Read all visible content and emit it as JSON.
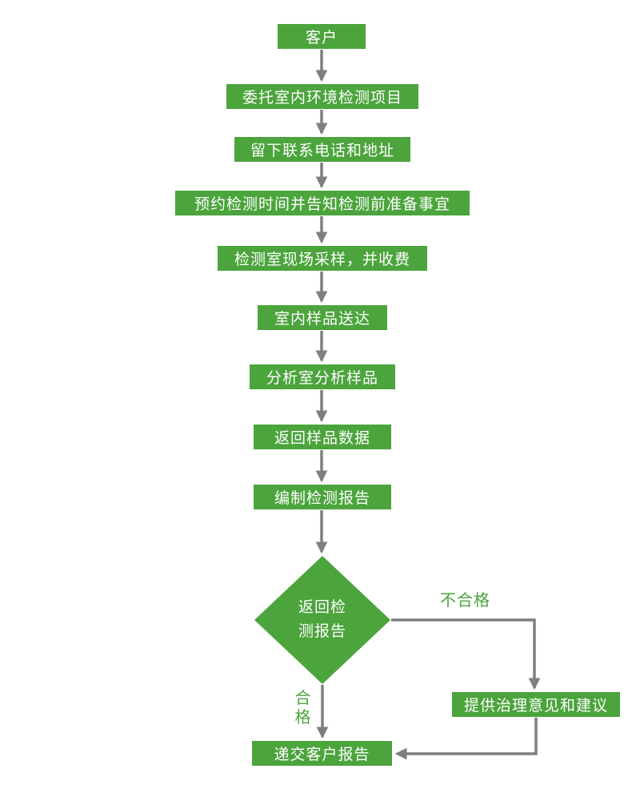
{
  "diagram": {
    "type": "flowchart",
    "colors": {
      "node_fill": "#4BA43C",
      "node_text": "#FFFFFF",
      "arrow": "#7F7F7F",
      "edge_label_text": "#4BA43C",
      "background": "#FFFFFF"
    },
    "nodes": [
      {
        "id": "customer",
        "label": "客户"
      },
      {
        "id": "entrust-project",
        "label": "委托室内环境检测项目"
      },
      {
        "id": "leave-contact",
        "label": "留下联系电话和地址"
      },
      {
        "id": "appointment",
        "label": "预约检测时间并告知检测前准备事宜"
      },
      {
        "id": "onsite-sampling",
        "label": "检测室现场采样，并收费"
      },
      {
        "id": "sample-delivery",
        "label": "室内样品送达"
      },
      {
        "id": "analyze-sample",
        "label": "分析室分析样品"
      },
      {
        "id": "return-data",
        "label": "返回样品数据"
      },
      {
        "id": "compile-report",
        "label": "编制检测报告"
      },
      {
        "id": "return-report-decision",
        "label_line1": "返回检",
        "label_line2": "测报告"
      },
      {
        "id": "treatment-advice",
        "label": "提供治理意见和建议"
      },
      {
        "id": "submit-report",
        "label": "递交客户报告"
      }
    ],
    "edge_labels": {
      "fail": "不合格",
      "pass": "合格"
    }
  }
}
